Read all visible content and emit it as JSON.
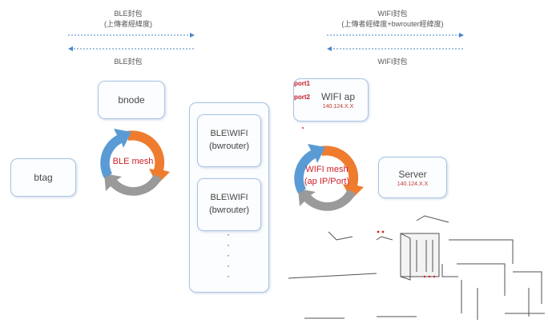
{
  "ble_header": {
    "top_title": "BLE封包",
    "top_subtitle": "(上傳者經緯度)",
    "bottom_title": "BLE封包"
  },
  "wifi_header": {
    "top_title": "WIFI封包",
    "top_subtitle": "(上傳者經緯度+bwrouter經緯度)",
    "bottom_title": "WIFI封包"
  },
  "nodes": {
    "bnode": "bnode",
    "btag": "btag",
    "wifi_ap": {
      "label": "WIFI ap",
      "ip": "140.124.X.X",
      "port1": "port1",
      "port2": "port2"
    },
    "server": {
      "label": "Server",
      "ip": "140.124.X.X"
    }
  },
  "router_column": {
    "router1": {
      "line1": "BLE\\WIFI",
      "line2": "(bwrouter)"
    },
    "router2": {
      "line1": "BLE\\WIFI",
      "line2": "(bwrouter)"
    },
    "ellipsis": "·"
  },
  "cycles": {
    "ble_mesh": "BLE mesh",
    "wifi_mesh_line1": "WIFI mesh",
    "wifi_mesh_line2": "(ap IP/Port)"
  },
  "colors": {
    "orange": "#ef7c2e",
    "grey": "#9a9a9a",
    "blue": "#5b9bd5",
    "arrow_line": "#4a86c8",
    "mesh_text": "#d0202a"
  }
}
